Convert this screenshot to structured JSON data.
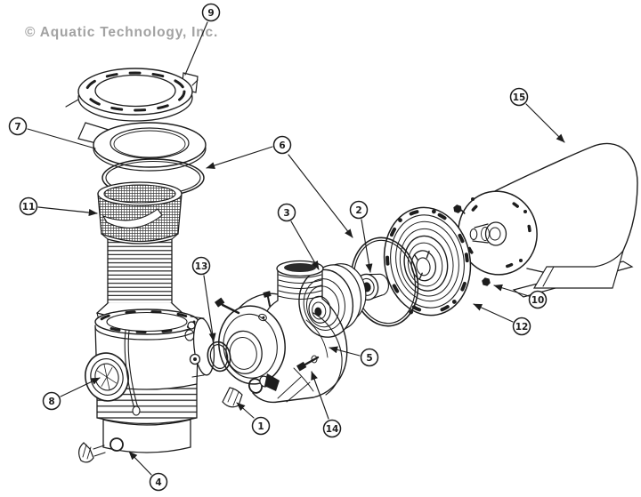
{
  "watermark": "© Aquatic Technology, Inc.",
  "callouts": {
    "c1": "1",
    "c2": "2",
    "c3": "3",
    "c4": "4",
    "c5": "5",
    "c6": "6",
    "c7": "7",
    "c8": "8",
    "c9": "9",
    "c10": "10",
    "c11": "11",
    "c12": "12",
    "c13": "13",
    "c14": "14",
    "c15": "15"
  },
  "colors": {
    "background": "#ffffff",
    "line": "#1d1d1d",
    "watermark": "#a2a2a2"
  }
}
